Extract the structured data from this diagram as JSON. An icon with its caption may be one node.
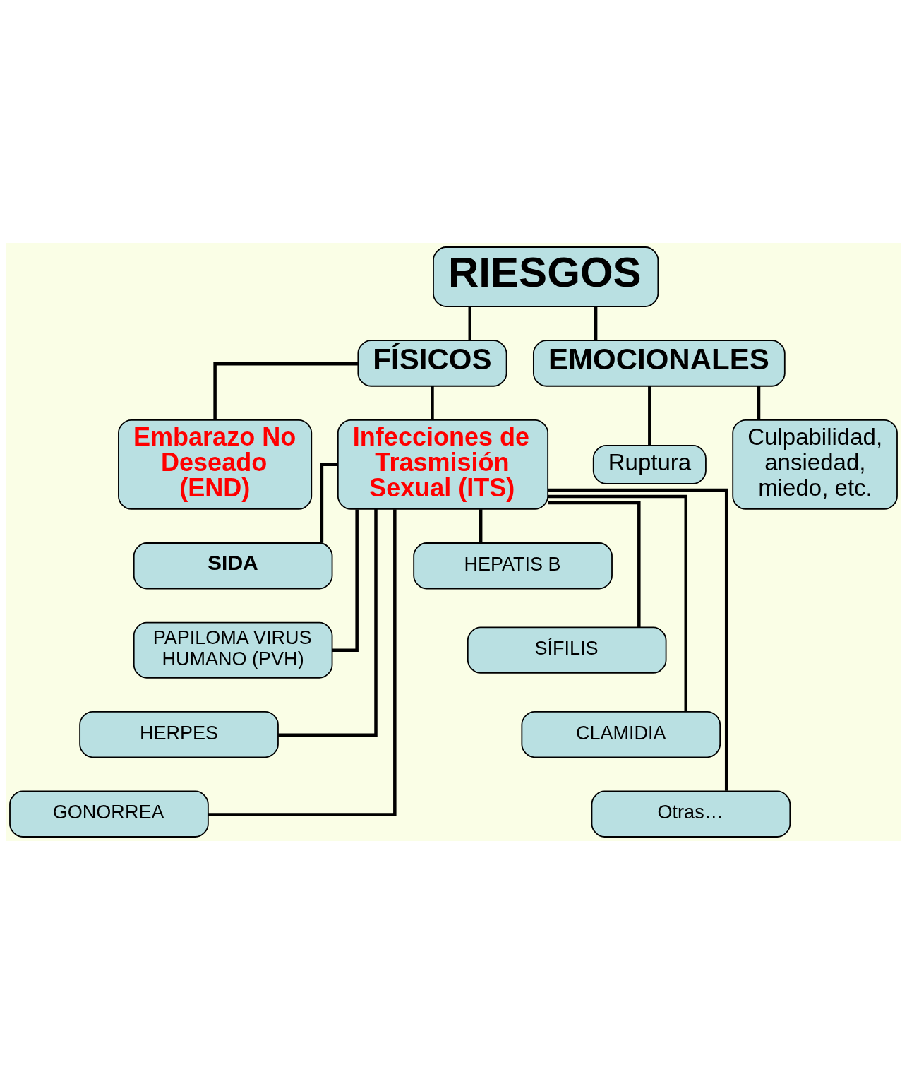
{
  "diagram": {
    "nodes": [
      {
        "text": [
          "RIESGOS"
        ]
      },
      {
        "text": [
          "FÍSICOS"
        ]
      },
      {
        "text": [
          "EMOCIONALES"
        ]
      },
      {
        "text": [
          "Embarazo No Deseado (END)"
        ]
      },
      {
        "text": [
          "Infecciones de Trasmisión Sexual (ITS)"
        ]
      },
      {
        "text": [
          "Ruptura"
        ]
      },
      {
        "text": [
          "Culpabilidad, ansiedad, miedo, etc."
        ]
      },
      {
        "text": [
          "SIDA"
        ]
      },
      {
        "text": [
          "HEPATIS B"
        ]
      },
      {
        "text": [
          "PAPILOMA VIRUS HUMANO (PVH)"
        ]
      },
      {
        "text": [
          "SÍFILIS"
        ]
      },
      {
        "text": [
          "HERPES"
        ]
      },
      {
        "text": [
          "CLAMIDIA"
        ]
      },
      {
        "text": [
          "GONORREA"
        ]
      },
      {
        "text": [
          "Otras…"
        ]
      }
    ],
    "edges": [
      {
        "from": 0,
        "to": 1,
        "arrow": "none"
      },
      {
        "from": 0,
        "to": 2,
        "arrow": "none"
      },
      {
        "from": 1,
        "to": 3,
        "arrow": "none"
      },
      {
        "from": 1,
        "to": 4,
        "arrow": "none"
      },
      {
        "from": 2,
        "to": 5,
        "arrow": "none"
      },
      {
        "from": 2,
        "to": 6,
        "arrow": "none"
      },
      {
        "from": 4,
        "to": 7,
        "arrow": "none"
      },
      {
        "from": 4,
        "to": 8,
        "arrow": "none"
      },
      {
        "from": 4,
        "to": 9,
        "arrow": "none"
      },
      {
        "from": 4,
        "to": 10,
        "arrow": "none"
      },
      {
        "from": 4,
        "to": 11,
        "arrow": "none"
      },
      {
        "from": 4,
        "to": 12,
        "arrow": "none"
      },
      {
        "from": 4,
        "to": 13,
        "arrow": "none"
      },
      {
        "from": 4,
        "to": 14,
        "arrow": "none"
      }
    ]
  }
}
